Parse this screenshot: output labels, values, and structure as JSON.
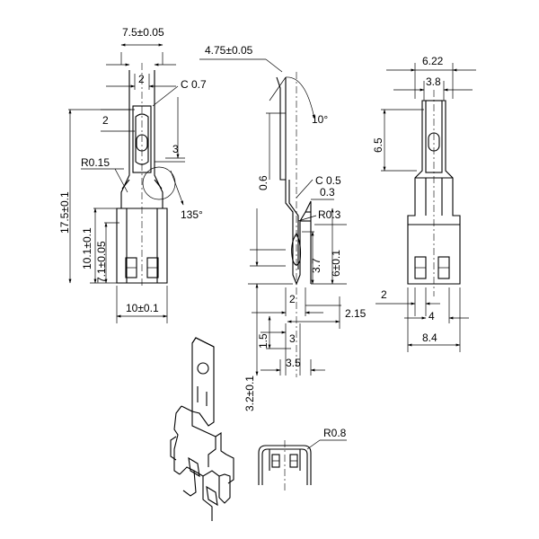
{
  "front_view": {
    "dims": {
      "width_top": "7.5±0.05",
      "slot_width": "2",
      "chamfer": "C 0.7",
      "slot_top": "2",
      "height_total": "17.5±0.1",
      "radius": "R0.15",
      "offset": "3",
      "height_body": "10.1±0.1",
      "height_leg": "7.1±0.05",
      "angle": "135°",
      "width_base": "10±0.1"
    }
  },
  "side_view": {
    "dims": {
      "offset_top": "4.75±0.05",
      "angle": "10°",
      "thickness": "0.6",
      "chamfer": "C 0.5",
      "thickness2": "0.3",
      "radius": "R0.3",
      "height_a": "3.7",
      "height_b": "6±0.1",
      "width_a": "2",
      "width_b": "2.15",
      "width_c": "3",
      "height_c": "1.5",
      "width_d": "3.5",
      "height_d": "3.2±0.1"
    }
  },
  "right_view": {
    "dims": {
      "width_top": "6.22",
      "width_inner": "3.8",
      "height_top": "6.5",
      "gap": "2",
      "width_mid": "4",
      "width_base": "8.4"
    }
  },
  "bottom_view": {
    "dims": {
      "radius": "R0.8"
    }
  }
}
